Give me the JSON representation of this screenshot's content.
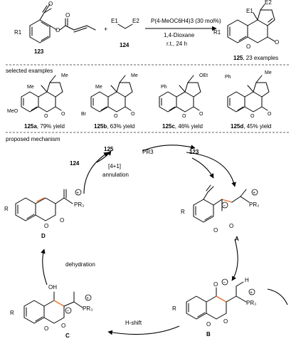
{
  "reaction": {
    "reagent_sm_label": "123",
    "reagent_allene_label": "124",
    "plus": "+",
    "substituents": {
      "r1": "R1",
      "e1": "E1",
      "e2": "E2"
    },
    "conditions_line1": "P(4-MeOC6H4)3 (30 mol%)",
    "conditions_line2": "1,4-Dioxane",
    "conditions_line3": "r.t., 24 h",
    "product_label": "125",
    "product_caption": ", 23 examples"
  },
  "selected_examples": {
    "heading": "selected examples",
    "items": [
      {
        "id": "125a",
        "yield_text": ", 79% yield",
        "substituent": "MeO",
        "group": "Me"
      },
      {
        "id": "125b",
        "yield_text": ", 63% yield",
        "substituent": "Br",
        "group": "Me"
      },
      {
        "id": "125c",
        "yield_text": ", 46% yield",
        "substituent": "Ph",
        "group": "OEt"
      },
      {
        "id": "125d",
        "yield_text": ", 45% yield",
        "substituent": "Ph",
        "group": "Me"
      }
    ]
  },
  "mechanism": {
    "heading": "proposed mechanism",
    "catalyst": "PR3",
    "inputs": {
      "substrate": "123",
      "allene": "124",
      "product": "125"
    },
    "annulation_label_1": "[4+1]",
    "annulation_label_2": "annulation",
    "steps": {
      "dehydration": "dehydration",
      "h_shift": "H-shift"
    },
    "intermediates": {
      "A": "A",
      "B": "B",
      "C": "C",
      "D": "D"
    }
  },
  "colors": {
    "highlight": "#e8702a",
    "ink": "#000000"
  }
}
